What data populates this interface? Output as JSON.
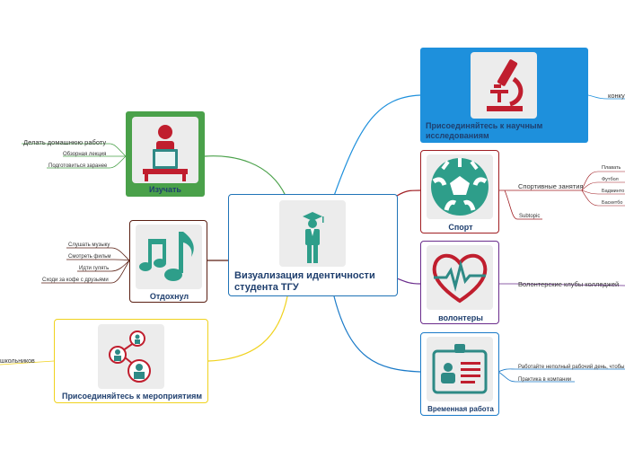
{
  "central": {
    "title": "Визуализация идентичности студента ТГУ",
    "color": "#1f73b7"
  },
  "branches": {
    "study": {
      "title": "Изучать",
      "color": "#4aa14a",
      "leaves": [
        "Делать домашнюю работу",
        "Обзорная лекция",
        "Подготовиться заранее"
      ]
    },
    "rest": {
      "title": "Отдохнул",
      "color": "#5a1f13",
      "leaves": [
        "Слушать музыку",
        "Смотреть фильм",
        "Идти гулять",
        "Сходи за кофе с друзьями"
      ]
    },
    "events": {
      "title": "Присоединяйтесь к мероприятиям",
      "color": "#f0d21e",
      "leaves": [
        "школьников"
      ]
    },
    "research": {
      "title": "Присоединяйтесь к научным исследованиям",
      "color": "#1e90dc",
      "leaves": [
        "конку"
      ]
    },
    "sport": {
      "title": "Спорт",
      "color": "#a01e23",
      "leaves": [
        "Спортивные занятия",
        "Subtopic"
      ],
      "subleaves": [
        "Плавать",
        "Футбол",
        "Бадминто",
        "Баскетбо"
      ]
    },
    "volunteer": {
      "title": "волонтеры",
      "color": "#6a2c8c",
      "leaves": [
        "Волонтерские клубы колледжей"
      ]
    },
    "work": {
      "title": "Временная работа",
      "color": "#1a7ac8",
      "leaves": [
        "Работайте неполный рабочий день, чтобы",
        "Практика в компании"
      ]
    }
  },
  "icons": {
    "central": "graduate-icon",
    "study": "teacher-icon",
    "rest": "music-note-icon",
    "events": "network-people-icon",
    "research": "microscope-icon",
    "sport": "soccer-ball-icon",
    "volunteer": "heart-pulse-icon",
    "work": "id-card-icon"
  }
}
